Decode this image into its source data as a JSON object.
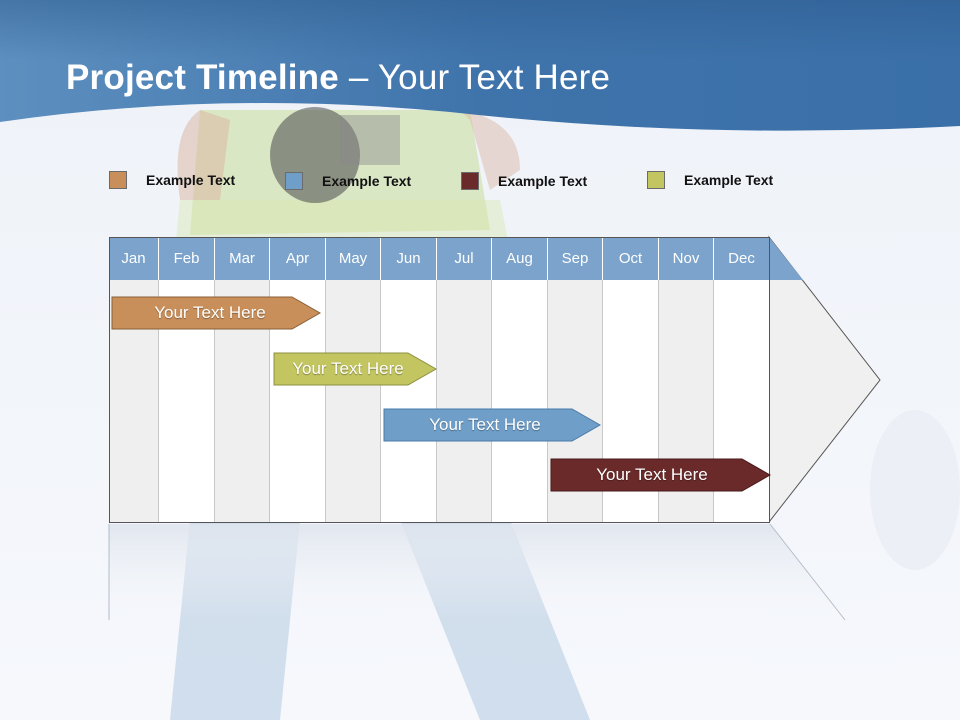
{
  "slide": {
    "title_bold": "Project Timeline",
    "title_rest": " – Your Text Here",
    "header_color": "#3f78b0"
  },
  "legend": [
    {
      "label": "Example Text",
      "color": "#c98f5a"
    },
    {
      "label": "Example Text",
      "color": "#6f9fc9"
    },
    {
      "label": "Example Text",
      "color": "#6b2a2a"
    },
    {
      "label": "Example Text",
      "color": "#c3c561"
    }
  ],
  "timeline": {
    "months": [
      "Jan",
      "Feb",
      "Mar",
      "Apr",
      "May",
      "Jun",
      "Jul",
      "Aug",
      "Sep",
      "Oct",
      "Nov",
      "Dec"
    ],
    "bars": [
      {
        "label": "Your  Text Here",
        "color": "#c98f5a"
      },
      {
        "label": "Your  Text Here",
        "color": "#c3c561"
      },
      {
        "label": "Your  Text Here",
        "color": "#6f9fc9"
      },
      {
        "label": "Your  Text Here",
        "color": "#6b2a2a"
      }
    ]
  }
}
